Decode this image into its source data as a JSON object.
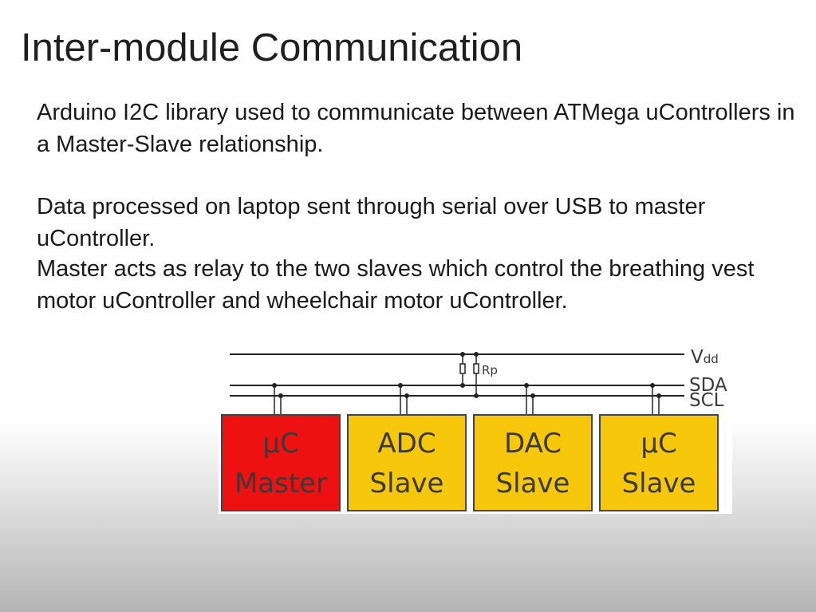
{
  "slide": {
    "title": "Inter-module Communication",
    "paragraphs": [
      "Arduino I2C library used to communicate between ATMega uControllers in a Master-Slave relationship.",
      "Data processed on laptop sent through serial over USB to master uController.",
      "Master acts as relay to the two slaves which control the breathing vest motor uController and wheelchair motor uController."
    ]
  },
  "diagram": {
    "bus_lines": {
      "vdd_main": "V",
      "vdd_sub": "dd",
      "sda": "SDA",
      "scl": "SCL"
    },
    "resistor_label": "Rp",
    "blocks": [
      {
        "line1": "µC",
        "line2": "Master",
        "color": "#ee1111"
      },
      {
        "line1": "ADC",
        "line2": "Slave",
        "color": "#f6c70a"
      },
      {
        "line1": "DAC",
        "line2": "Slave",
        "color": "#f6c70a"
      },
      {
        "line1": "µC",
        "line2": "Slave",
        "color": "#f6c70a"
      }
    ]
  }
}
